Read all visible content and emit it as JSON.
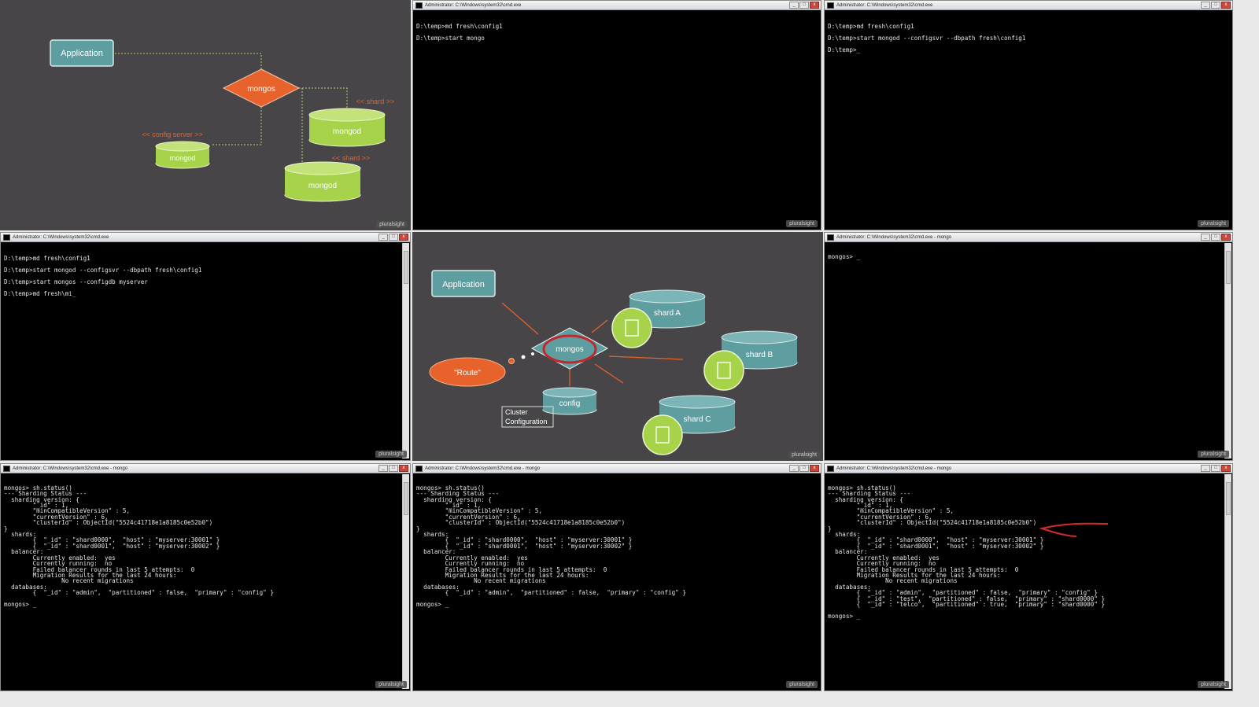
{
  "watermark": "pluralsight",
  "window_title_1": "Administrator: C:\\Windows\\system32\\cmd.exe",
  "window_title_mongo": "Administrator: C:\\Windows\\system32\\cmd.exe - mongo",
  "buttons": {
    "minimize": "_",
    "maximize": "□",
    "close": "x"
  },
  "diagram1": {
    "application": "Application",
    "mongos": "mongos",
    "config_label": "<< config server >>",
    "shard_label": "<< shard >>",
    "mongod": "mongod"
  },
  "diagram2": {
    "application": "Application",
    "mongos": "mongos",
    "route": "\"Route\"",
    "config": "config",
    "cluster_config_1": "Cluster",
    "cluster_config_2": "Configuration",
    "shard_a": "shard A",
    "shard_b": "shard B",
    "shard_c": "shard C"
  },
  "terminal_a": [
    "D:\\temp>md fresh\\config1",
    "",
    "D:\\temp>start mongo"
  ],
  "terminal_b": [
    "D:\\temp>md fresh\\config1",
    "",
    "D:\\temp>start mongod --configsvr --dbpath fresh\\config1",
    "",
    "D:\\temp>_"
  ],
  "terminal_c": [
    "D:\\temp>md fresh\\config1",
    "",
    "D:\\temp>start mongod --configsvr --dbpath fresh\\config1",
    "",
    "D:\\temp>start mongos --configdb myserver",
    "",
    "D:\\temp>md fresh\\mi_"
  ],
  "terminal_d": [
    "mongos> _"
  ],
  "status_lines": [
    "mongos> sh.status()",
    "--- Sharding Status ---",
    "  sharding version: {",
    "        \"_id\" : 1,",
    "        \"minCompatibleVersion\" : 5,",
    "        \"currentVersion\" : 6,",
    "        \"clusterId\" : ObjectId(\"5524c41718e1a8185c0e52b0\")",
    "}",
    "  shards:",
    "        {  \"_id\" : \"shard0000\",  \"host\" : \"myserver:30001\" }",
    "        {  \"_id\" : \"shard0001\",  \"host\" : \"myserver:30002\" }",
    "  balancer:",
    "        Currently enabled:  yes",
    "        Currently running:  no",
    "        Failed balancer rounds in last 5 attempts:  0",
    "        Migration Results for the last 24 hours:",
    "                No recent migrations",
    "  databases:"
  ],
  "db_admin": "        {  \"_id\" : \"admin\",  \"partitioned\" : false,  \"primary\" : \"config\" }",
  "db_test": "        {  \"_id\" : \"test\",  \"partitioned\" : false,  \"primary\" : \"shard0000\" }",
  "db_telco": "        {  \"_id\" : \"telco\",  \"partitioned\" : true,  \"primary\" : \"shard0000\" }",
  "prompt": "mongos> _",
  "colors": {
    "diagram_bg": "#474548",
    "teal": "#5f9ea0",
    "orange": "#e8632b",
    "lime": "#a6d34a",
    "annot_red": "#d8282a"
  }
}
